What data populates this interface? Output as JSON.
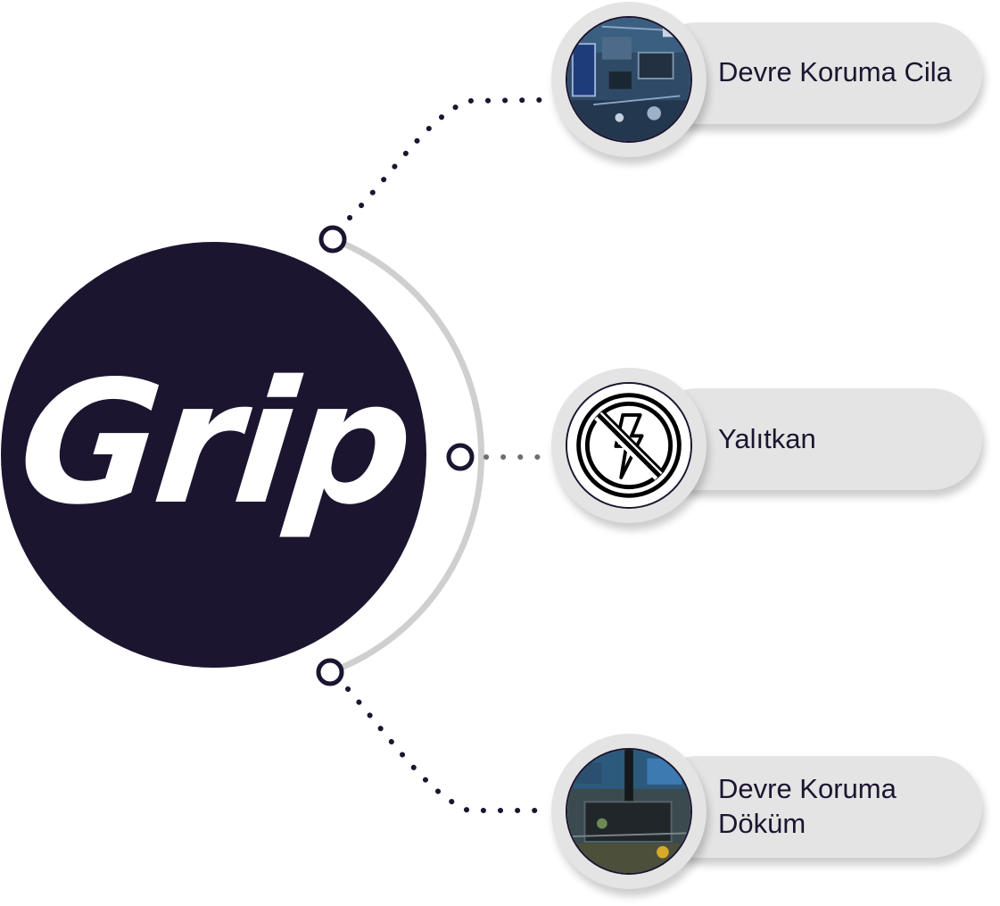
{
  "hub": {
    "label": "Grip"
  },
  "items": [
    {
      "label": "Devre Koruma Cila",
      "icon": "circuit-board-photo-icon"
    },
    {
      "label": "Yalıtkan",
      "icon": "no-electricity-icon"
    },
    {
      "label_lines": [
        "Devre Koruma",
        "Döküm"
      ],
      "icon": "potting-photo-icon"
    }
  ],
  "colors": {
    "primary": "#1c1530",
    "pill": "#e4e4e4",
    "arc": "#cfcfcf",
    "middle_dots": "#6d6d74"
  }
}
